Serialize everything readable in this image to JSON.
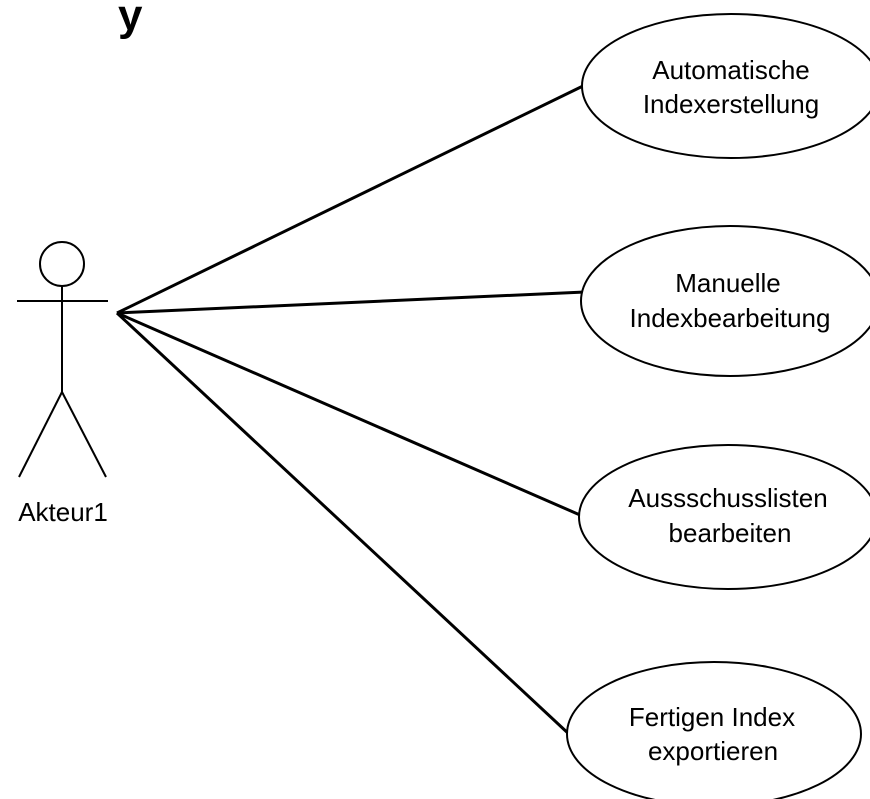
{
  "diagram": {
    "type": "use-case",
    "title_fragment": "y",
    "actor": {
      "label": "Akteur1"
    },
    "use_cases": [
      {
        "line1": "Automatische",
        "line2": "Indexerstellung"
      },
      {
        "line1": "Manuelle",
        "line2": "Indexbearbeitung"
      },
      {
        "line1": "Aussschusslisten",
        "line2": "bearbeiten"
      },
      {
        "line1": "Fertigen Index",
        "line2": "exportieren"
      }
    ]
  },
  "colors": {
    "stroke": "#000000",
    "background": "#ffffff"
  }
}
